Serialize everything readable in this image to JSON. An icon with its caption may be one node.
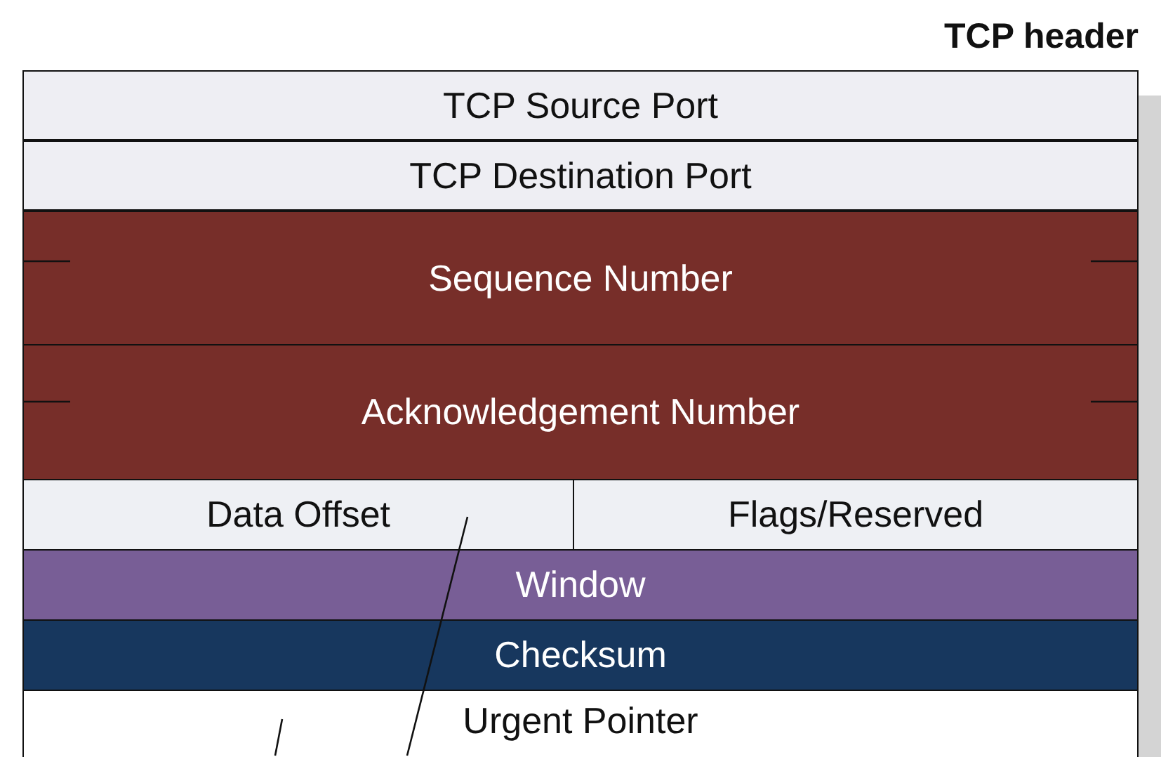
{
  "diagram": {
    "title": "TCP header",
    "nodes": [
      {
        "text": [
          "TCP Source Port"
        ]
      },
      {
        "text": [
          "TCP Destination Port"
        ]
      },
      {
        "text": [
          "Sequence Number"
        ]
      },
      {
        "text": [
          "Acknowledgement Number"
        ]
      },
      {
        "text": [
          "Data Offset"
        ]
      },
      {
        "text": [
          "Flags/Reserved"
        ]
      },
      {
        "text": [
          "Window"
        ]
      },
      {
        "text": [
          "Checksum"
        ]
      },
      {
        "text": [
          "Urgent Pointer"
        ]
      }
    ],
    "edges": [
      {
        "from": 8,
        "to": 4,
        "arrow": "none"
      },
      {
        "from": null,
        "to": 8,
        "arrow": "none"
      }
    ]
  }
}
